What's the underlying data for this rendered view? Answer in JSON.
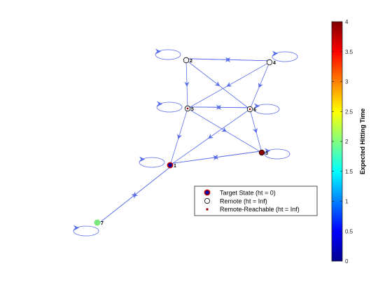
{
  "graph": {
    "nodes": [
      {
        "id": "1",
        "label": "1",
        "kind": "target",
        "fill": "#0000a8"
      },
      {
        "id": "2",
        "label": "2",
        "kind": "remote",
        "fill": "#ffffff"
      },
      {
        "id": "3",
        "label": "3",
        "kind": "reachable",
        "fill": "#7f0000"
      },
      {
        "id": "4",
        "label": "4",
        "kind": "remote",
        "fill": "#ffffff"
      },
      {
        "id": "5",
        "label": "5",
        "kind": "reachable",
        "fill": "#ffffff"
      },
      {
        "id": "6",
        "label": "6",
        "kind": "reachable",
        "fill": "#ffffff"
      },
      {
        "id": "7",
        "label": "7",
        "kind": "plain",
        "fill": "#7be87b"
      }
    ],
    "edge_color": "#5a6ee8"
  },
  "legend": {
    "target": "Target State (ht = 0)",
    "remote": "Remote (ht = Inf)",
    "reachable": "Remote-Reachable (ht = Inf)"
  },
  "colorbar": {
    "label": "Expected Hitting Time",
    "ticks": [
      "0",
      "0.5",
      "1",
      "1.5",
      "2",
      "2.5",
      "3",
      "3.5",
      "4"
    ],
    "colormap": [
      "#00008f",
      "#0000ff",
      "#0080ff",
      "#00ffff",
      "#80ff80",
      "#ffff00",
      "#ff8000",
      "#ff0000",
      "#800000"
    ]
  }
}
